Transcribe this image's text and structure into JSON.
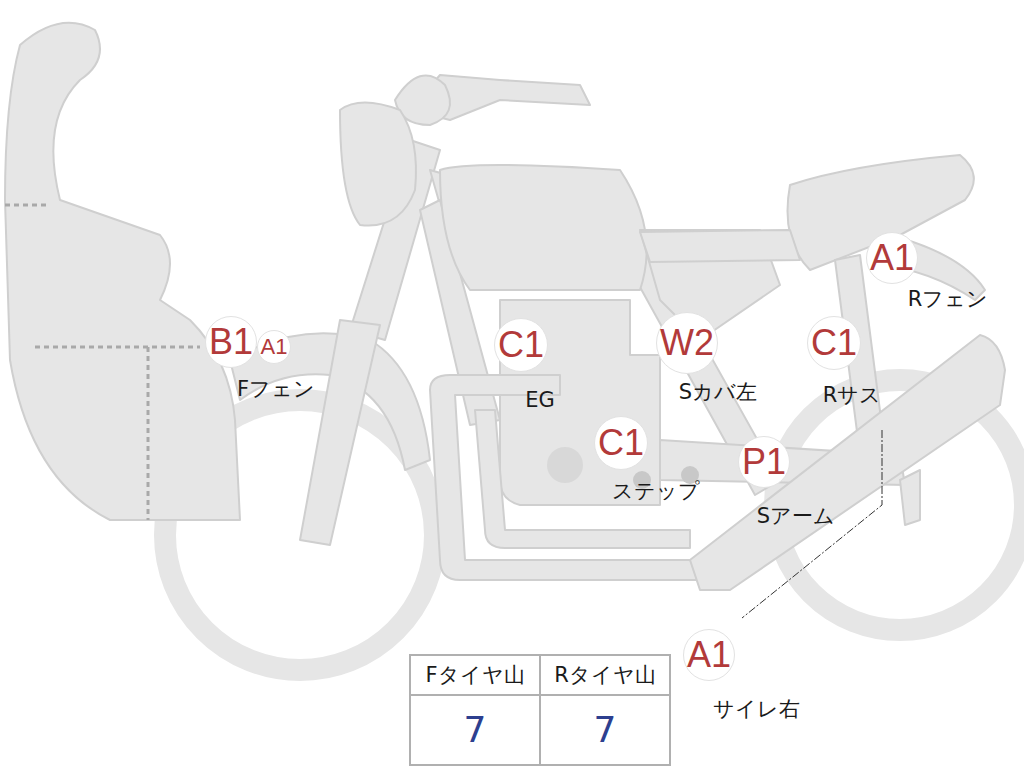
{
  "diagram": {
    "nodes": [
      {
        "text": [
          "B1"
        ]
      },
      {
        "text": [
          "A1"
        ]
      },
      {
        "text": [
          "A1"
        ]
      },
      {
        "text": [
          "C1"
        ]
      },
      {
        "text": [
          "W2"
        ]
      },
      {
        "text": [
          "C1"
        ]
      },
      {
        "text": [
          "C1"
        ]
      },
      {
        "text": [
          "P1"
        ]
      },
      {
        "text": [
          "A1"
        ]
      }
    ],
    "labels": [
      "Fフェン",
      "Rフェン",
      "EG",
      "Sカバ左",
      "Rサス",
      "ステップ",
      "Sアーム",
      "サイレ右",
      "Fタイヤ山",
      "Rタイヤ山",
      "7",
      "7"
    ]
  }
}
